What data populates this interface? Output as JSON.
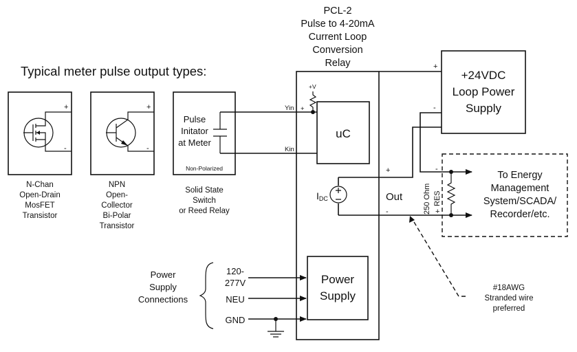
{
  "heading": "Typical meter pulse output types:",
  "relay_title": [
    "PCL-2",
    "Pulse to 4-20mA",
    "Current Loop",
    "Conversion",
    "Relay"
  ],
  "transistors": {
    "mosfet_caption": [
      "N-Chan",
      "Open-Drain",
      "MosFET",
      "Transistor"
    ],
    "npn_caption": [
      "NPN",
      "Open-",
      "Collector",
      "Bi-Polar",
      "Transistor"
    ],
    "plus": "+",
    "minus": "-"
  },
  "pulse_box": {
    "label": [
      "Pulse",
      "Initator",
      "at Meter"
    ],
    "note": "Non-Polarized",
    "caption": [
      "Solid State",
      "Switch",
      "or Reed Relay"
    ]
  },
  "relay": {
    "yin": "Yin",
    "kin": "Kin",
    "plus_v": "+V",
    "plus": "+",
    "uc": "uC",
    "idc_main": "I",
    "idc_sub": "DC",
    "out": "Out",
    "out_plus": "+",
    "out_minus": "-",
    "power_supply": [
      "Power",
      "Supply"
    ]
  },
  "loop_supply": {
    "label": [
      "+24VDC",
      "Loop Power",
      "Supply"
    ],
    "plus": "+",
    "minus": "-"
  },
  "resistor": {
    "label": [
      "250 Ohm",
      "RES"
    ],
    "plus": "+",
    "minus": "-"
  },
  "energy_box": {
    "label": [
      "To Energy",
      "Management",
      "System/SCADA/",
      "Recorder/etc."
    ]
  },
  "power_connections": {
    "label": [
      "Power",
      "Supply",
      "Connections"
    ],
    "inputs": [
      "120-",
      "277V",
      "NEU",
      "GND"
    ]
  },
  "wire_note": [
    "#18AWG",
    "Stranded wire",
    "preferred"
  ]
}
